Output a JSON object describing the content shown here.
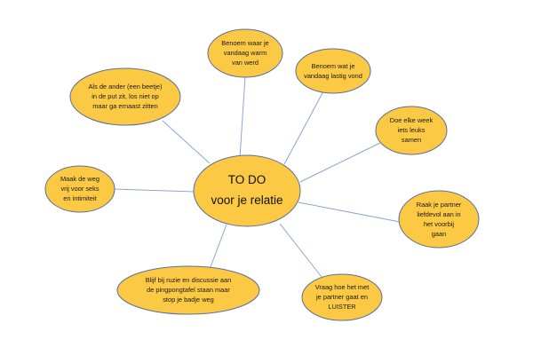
{
  "center": {
    "lines": [
      "TO DO",
      "voor je relatie"
    ]
  },
  "nodes": [
    {
      "id": "warm",
      "lines": [
        "Benoem waar je",
        "vandaag warm",
        "van werd"
      ]
    },
    {
      "id": "lastig",
      "lines": [
        "Benoem wat je",
        "vandaag lastig vond"
      ]
    },
    {
      "id": "leuks",
      "lines": [
        "Doe elke week",
        "iets leuks",
        "samen"
      ]
    },
    {
      "id": "voorbij",
      "lines": [
        "Raak je partner",
        "liefdevol aan in",
        "het voorbij",
        "gaan"
      ]
    },
    {
      "id": "luister",
      "lines": [
        "Vraag hoe het met",
        "je partner gaat en",
        "LUISTER"
      ]
    },
    {
      "id": "ruzie",
      "lines": [
        "Blijf bij ruzie en discussie aan",
        "de pingpongtafel staan maar",
        "stop je badje weg"
      ]
    },
    {
      "id": "seks",
      "lines": [
        "Maak de weg",
        "vrij voor seks",
        "en intimiteit"
      ]
    },
    {
      "id": "put",
      "lines": [
        "Als de ander (een beetje)",
        "in de put zit, los niet op",
        "maar ga ernaast zitten"
      ]
    }
  ],
  "colors": {
    "bubble_fill": "#fcc945",
    "bubble_stroke": "#5b6f93",
    "connector": "#8ea4cf",
    "text": "#1a1a1a"
  }
}
